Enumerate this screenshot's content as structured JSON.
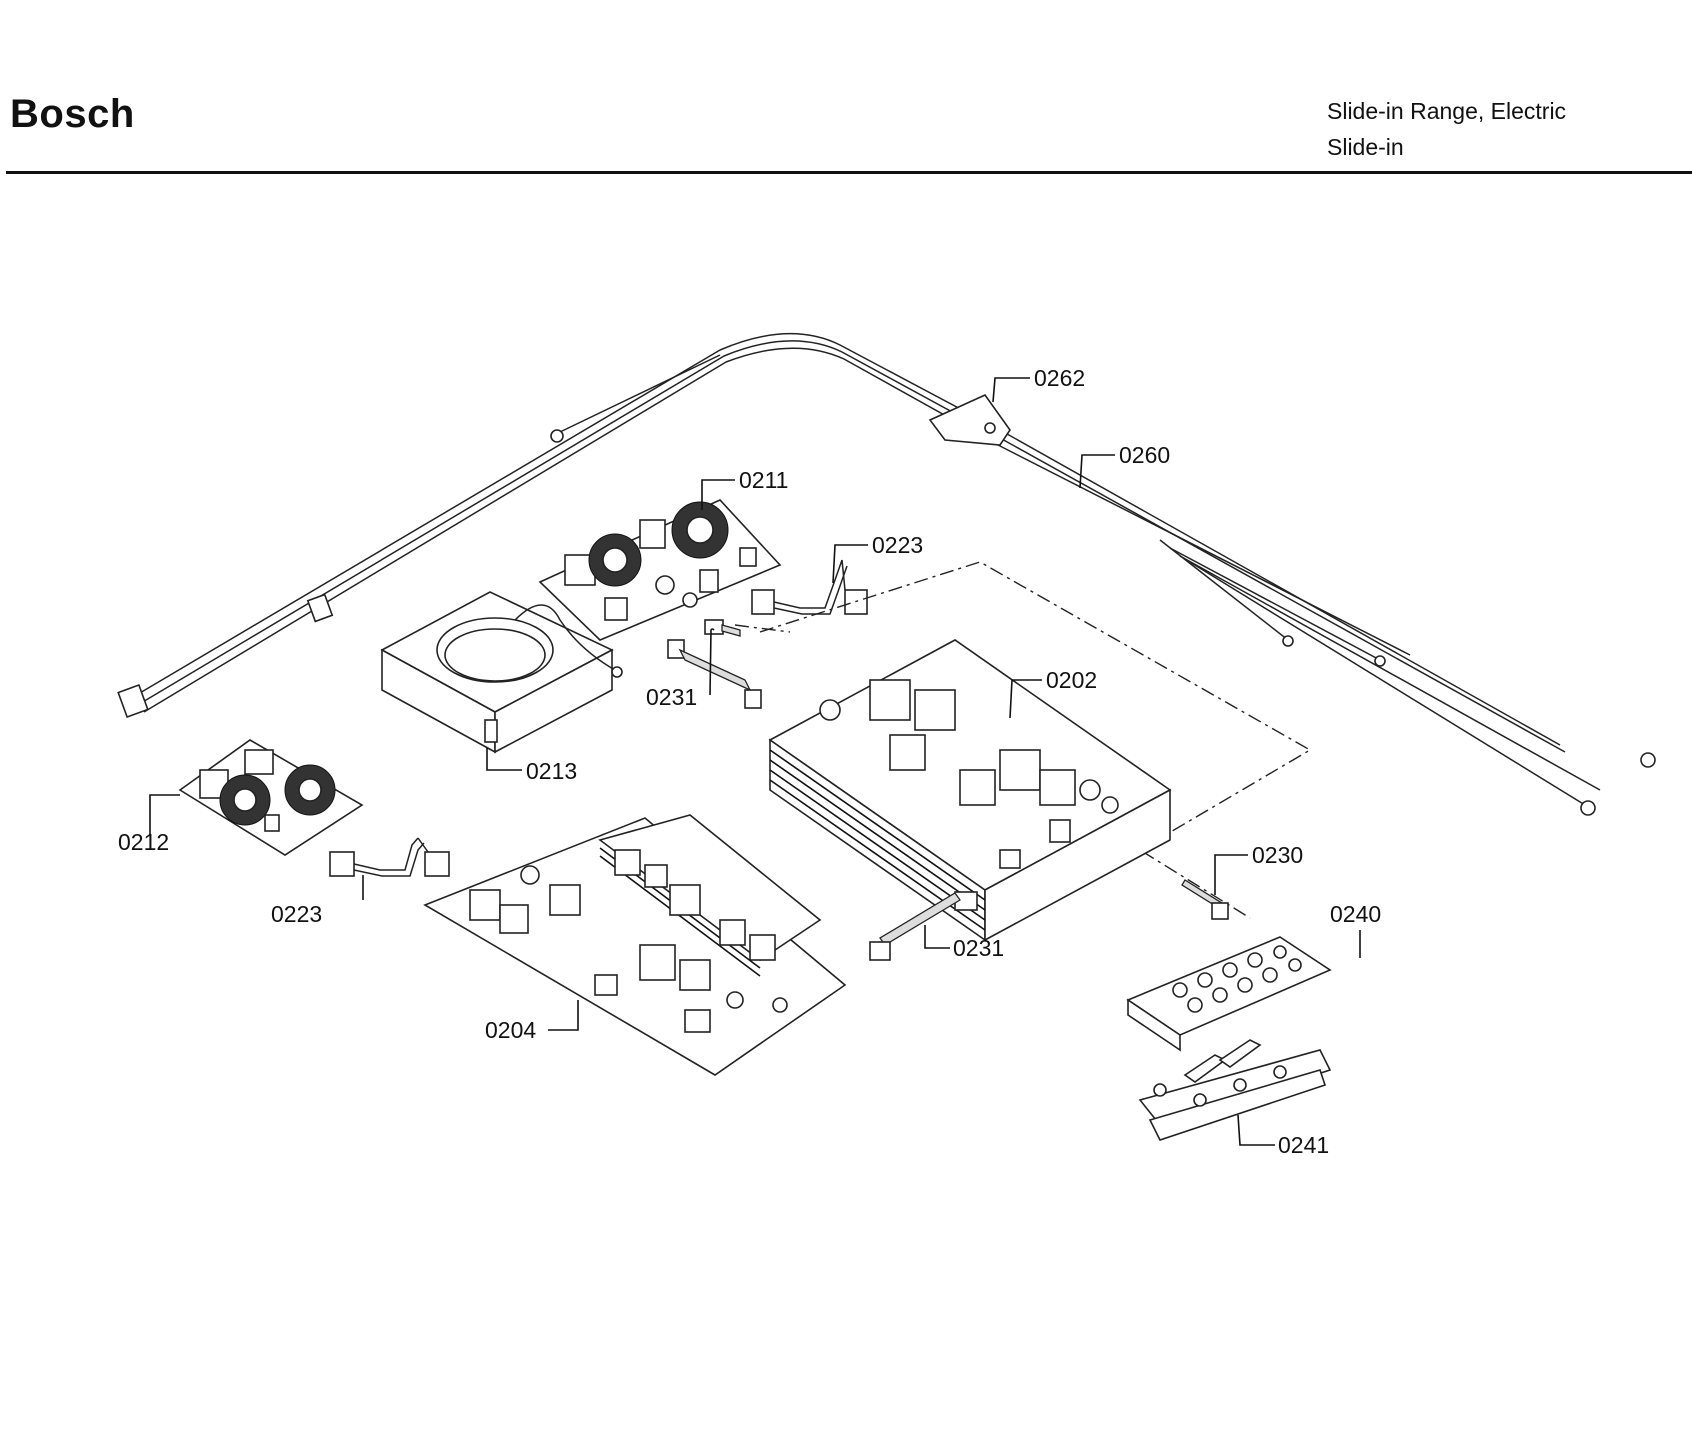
{
  "header": {
    "brand": "Bosch",
    "product_line1": "Slide-in Range, Electric",
    "product_line2": "Slide-in"
  },
  "callouts": [
    {
      "id": "0262",
      "label": "0262"
    },
    {
      "id": "0260",
      "label": "0260"
    },
    {
      "id": "0211",
      "label": "0211"
    },
    {
      "id": "0223a",
      "label": "0223"
    },
    {
      "id": "0231a",
      "label": "0231"
    },
    {
      "id": "0202",
      "label": "0202"
    },
    {
      "id": "0213",
      "label": "0213"
    },
    {
      "id": "0212",
      "label": "0212"
    },
    {
      "id": "0223b",
      "label": "0223"
    },
    {
      "id": "0230",
      "label": "0230"
    },
    {
      "id": "0240",
      "label": "0240"
    },
    {
      "id": "0231b",
      "label": "0231"
    },
    {
      "id": "0204",
      "label": "0204"
    },
    {
      "id": "0241",
      "label": "0241"
    }
  ]
}
